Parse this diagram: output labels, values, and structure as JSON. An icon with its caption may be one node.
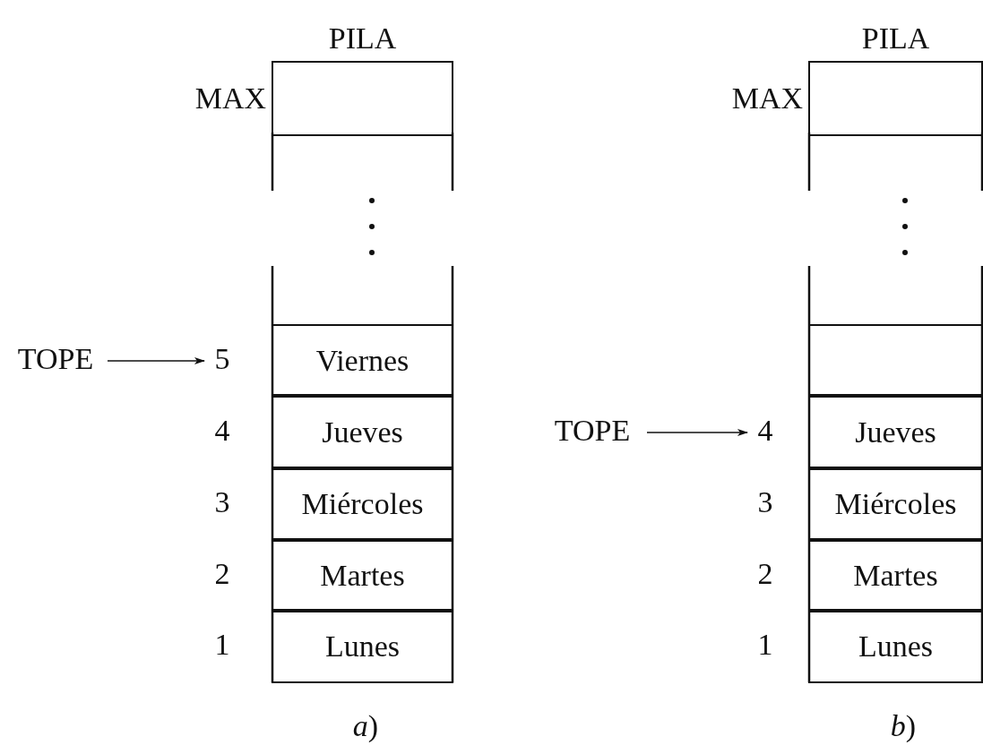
{
  "diagram": {
    "nodes": [
      {
        "text": [
          "PILA"
        ]
      },
      {
        "text": [],
        "shape": "box",
        "in": 0,
        "beside": [
          "MAX"
        ]
      },
      {
        "text": [
          "Viernes"
        ],
        "in": 0
      },
      {
        "text": [
          "Jueves"
        ],
        "in": 0
      },
      {
        "text": [
          "Miércoles"
        ],
        "in": 0
      },
      {
        "text": [
          "Martes"
        ],
        "in": 0
      },
      {
        "text": [
          "Lunes"
        ],
        "in": 0
      },
      {
        "text": [
          "TOPE"
        ]
      },
      {
        "text": [
          "5"
        ]
      },
      {
        "text": [
          "PILA"
        ]
      },
      {
        "text": [],
        "shape": "box",
        "in": 9,
        "beside": [
          "MAX"
        ]
      },
      {
        "text": [],
        "shape": "box",
        "in": 9
      },
      {
        "text": [
          "Jueves"
        ],
        "in": 9
      },
      {
        "text": [
          "Miércoles"
        ],
        "in": 9
      },
      {
        "text": [
          "Martes"
        ],
        "in": 9
      },
      {
        "text": [
          "Lunes"
        ],
        "in": 9
      },
      {
        "text": [
          "TOPE"
        ]
      },
      {
        "text": [
          "4"
        ]
      }
    ],
    "edges": [
      {
        "from": 7,
        "to": 8,
        "arrow": "to"
      },
      {
        "from": 16,
        "to": 17,
        "arrow": "to"
      }
    ],
    "labels": [
      "4",
      "3",
      "2",
      "1",
      "*a*)",
      "3",
      "2",
      "1",
      "*b*)"
    ]
  }
}
